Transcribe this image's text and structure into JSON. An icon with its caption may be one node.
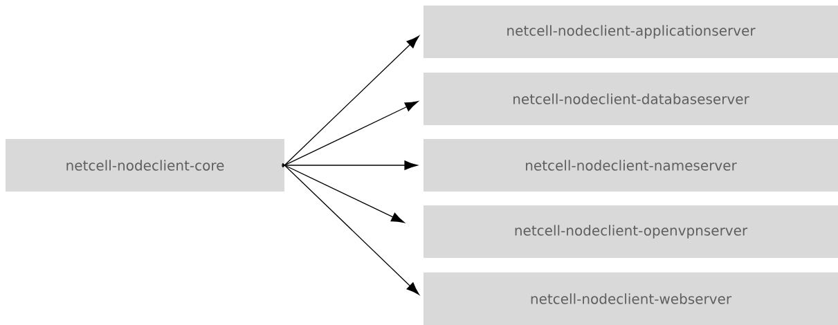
{
  "diagram": {
    "nodes": [
      {
        "text": [
          "netcell-nodeclient-core"
        ]
      },
      {
        "text": [
          "netcell-nodeclient-applicationserver"
        ]
      },
      {
        "text": [
          "netcell-nodeclient-databaseserver"
        ]
      },
      {
        "text": [
          "netcell-nodeclient-nameserver"
        ]
      },
      {
        "text": [
          "netcell-nodeclient-openvpnserver"
        ]
      },
      {
        "text": [
          "netcell-nodeclient-webserver"
        ]
      }
    ],
    "edges": [
      {
        "from": 0,
        "to": 1,
        "arrow": "to"
      },
      {
        "from": 0,
        "to": 2,
        "arrow": "to"
      },
      {
        "from": 0,
        "to": 3,
        "arrow": "to"
      },
      {
        "from": 0,
        "to": 4,
        "arrow": "to"
      },
      {
        "from": 0,
        "to": 5,
        "arrow": "to"
      }
    ]
  }
}
